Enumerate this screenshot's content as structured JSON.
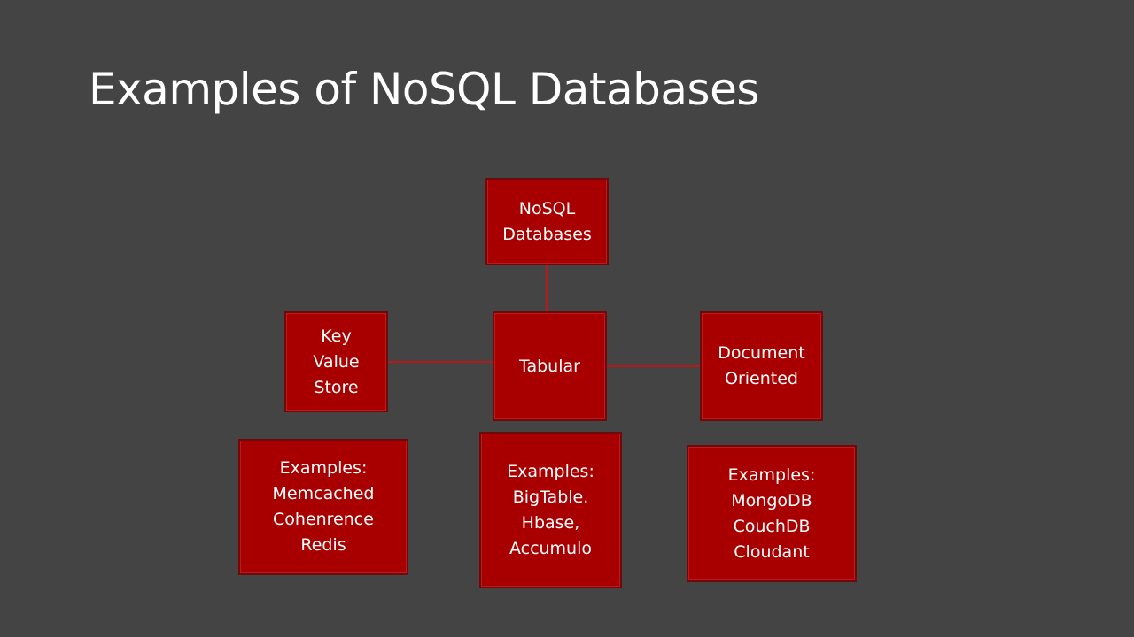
{
  "slide": {
    "title": "Examples of NoSQL Databases"
  },
  "diagram": {
    "root": {
      "label": "NoSQL\nDatabases"
    },
    "categories": [
      {
        "label": "Key\nValue\nStore"
      },
      {
        "label": "Tabular"
      },
      {
        "label": "Document\nOriented"
      }
    ],
    "examples": [
      {
        "label": "Examples:\nMemcached\nCohenrence\nRedis"
      },
      {
        "label": "Examples:\nBigTable.\nHbase,\nAccumulo"
      },
      {
        "label": "Examples:\nMongoDB\nCouchDB\nCloudant"
      }
    ]
  },
  "colors": {
    "background": "#444444",
    "box_fill": "#a80000",
    "box_border": "#6e0a0a",
    "connector": "#b31b1b",
    "text": "#ffffff"
  }
}
